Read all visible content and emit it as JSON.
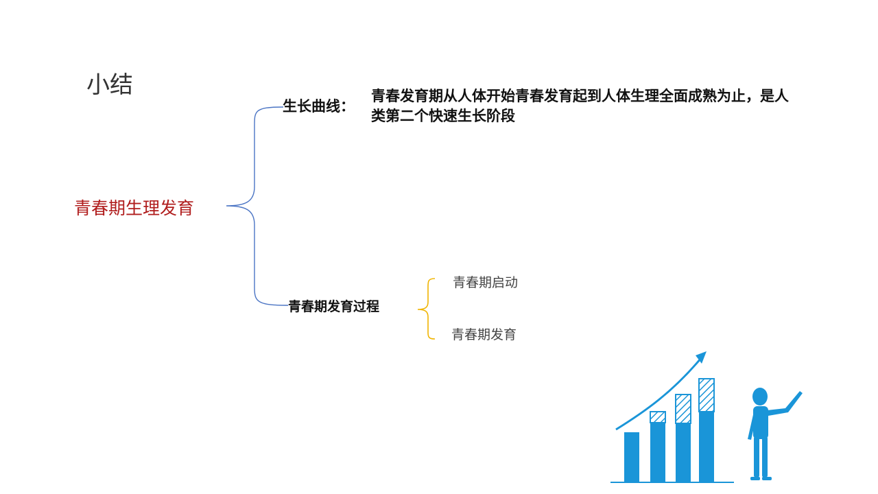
{
  "slide": {
    "title": "小结",
    "root": "青春期生理发育",
    "branches": [
      {
        "label": "生长曲线：",
        "description": "青春发育期从人体开始青春发育起到人体生理全面成熟为止，是人类第二个快速生长阶段"
      },
      {
        "label": "青春期发育过程",
        "children": [
          "青春期启动",
          "青春期发育"
        ]
      }
    ]
  },
  "colors": {
    "root_text": "#b01d1d",
    "main_brace": "#4a74c4",
    "sub_brace": "#f0b400",
    "illustration": "#1a95d8"
  }
}
